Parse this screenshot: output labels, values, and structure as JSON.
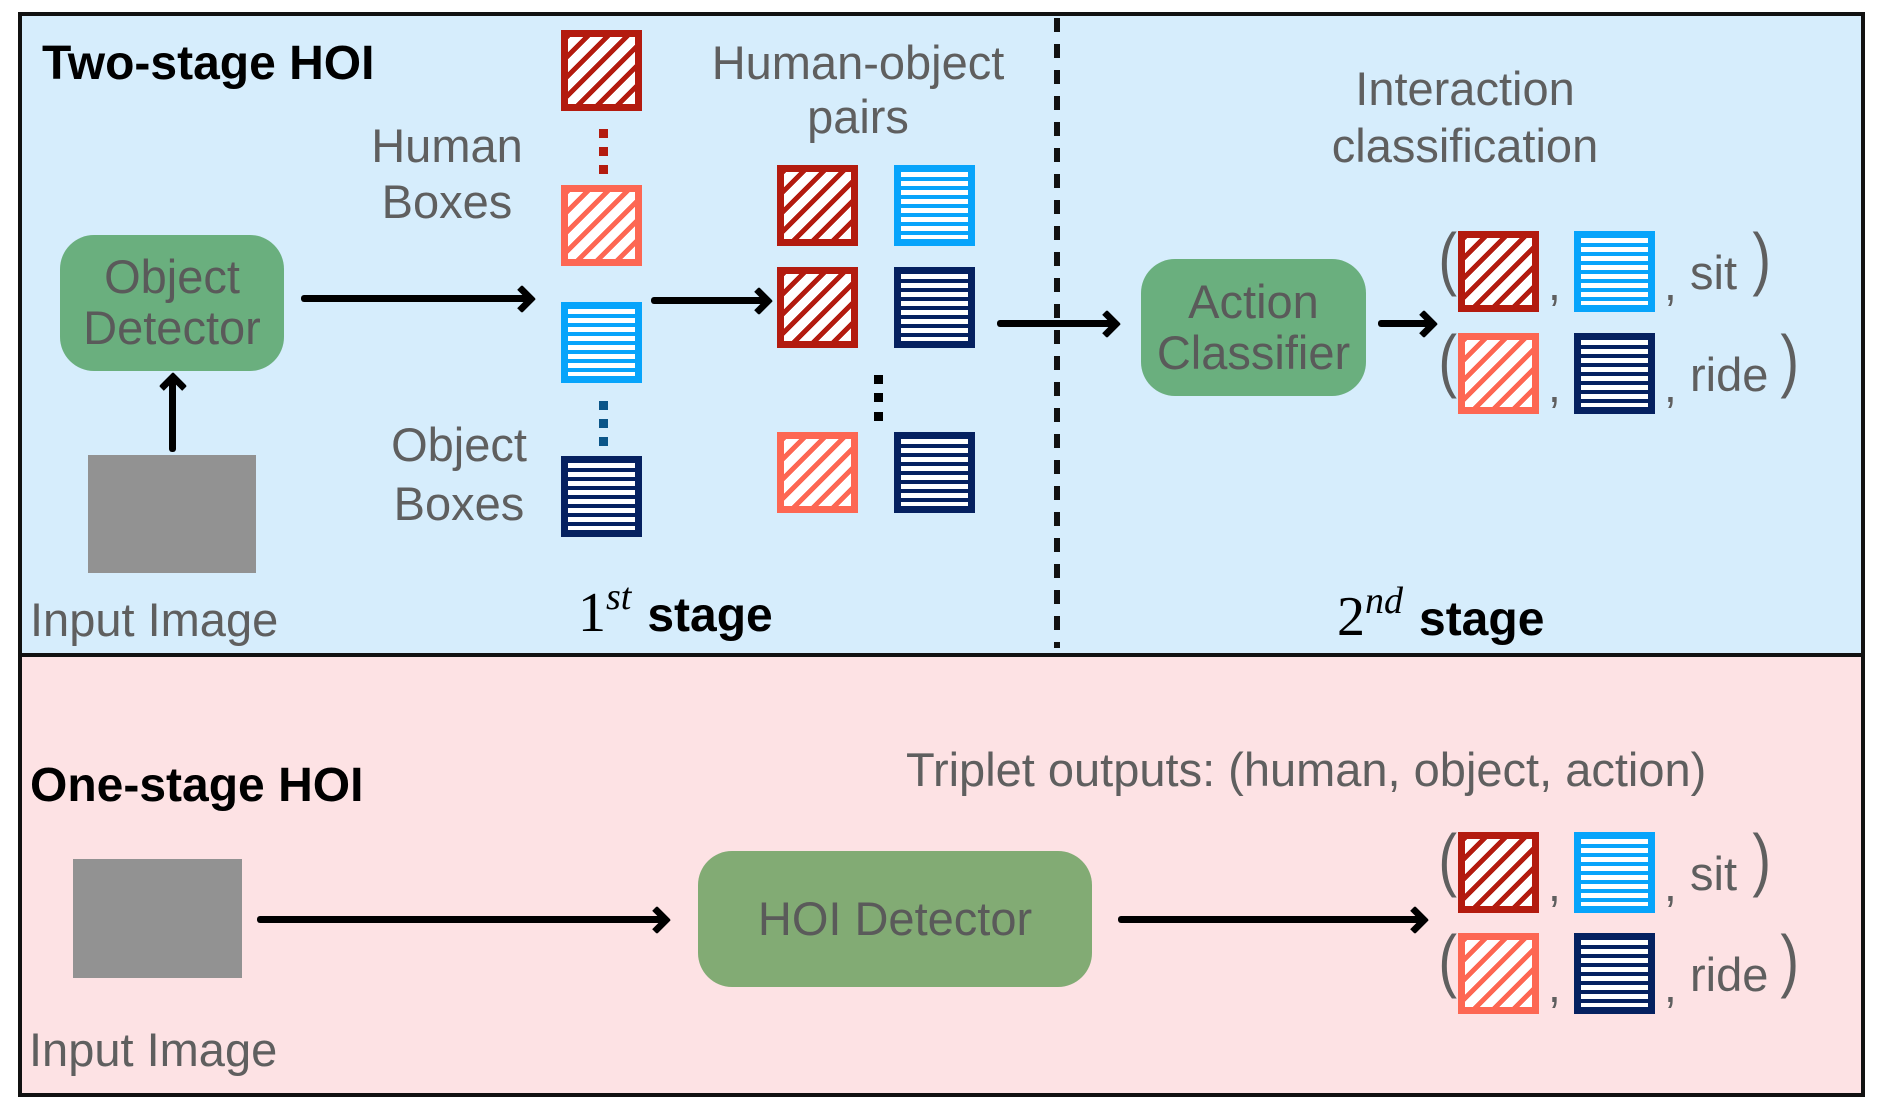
{
  "two_stage": {
    "title": "Two-stage HOI",
    "input_label": "Input Image",
    "detector_label": "Object\nDetector",
    "human_boxes_label": "Human\nBoxes",
    "object_boxes_label": "Object\nBoxes",
    "pairs_label": "Human-object\npairs",
    "interaction_label": "Interaction\nclassification",
    "classifier_label": "Action\nClassifier",
    "stage1": {
      "num": "1",
      "sup": "st",
      "word": "stage"
    },
    "stage2": {
      "num": "2",
      "sup": "nd",
      "word": "stage"
    },
    "outputs": [
      {
        "human": "human-dark",
        "object": "object-light",
        "action": "sit"
      },
      {
        "human": "human-light",
        "object": "object-dark",
        "action": "ride"
      }
    ]
  },
  "one_stage": {
    "title": "One-stage HOI",
    "input_label": "Input Image",
    "detector_label": "HOI Detector",
    "triplet_caption": "Triplet outputs: (human, object, action)",
    "outputs": [
      {
        "human": "human-dark",
        "object": "object-light",
        "action": "sit"
      },
      {
        "human": "human-light",
        "object": "object-dark",
        "action": "ride"
      }
    ]
  },
  "punctuation": {
    "open": "(",
    "close": ")",
    "comma": ","
  },
  "colors": {
    "top_panel_bg": "#d6edfc",
    "bottom_panel_bg": "#fde2e4",
    "module_green": "#6aaf7e",
    "human_dark": "#b31b0f",
    "human_light": "#fd6753",
    "object_light": "#07a4fb",
    "object_dark": "#052160",
    "text_gray": "#5f5f5f"
  }
}
